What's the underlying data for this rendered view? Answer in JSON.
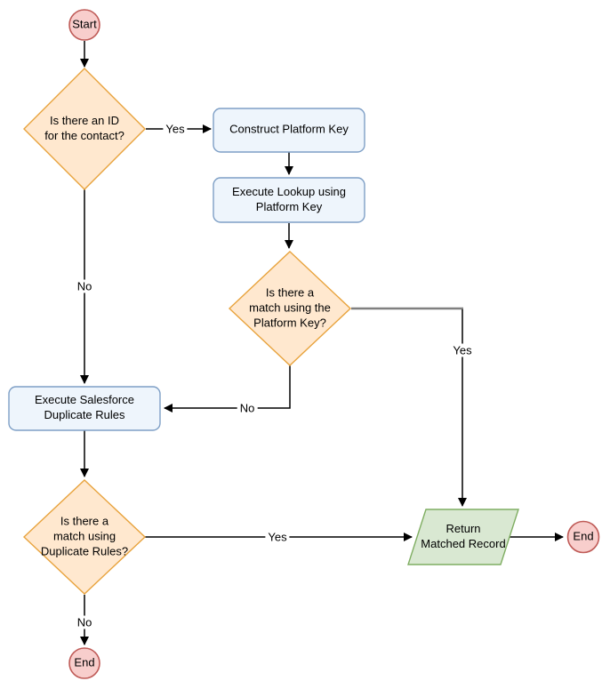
{
  "colors": {
    "terminal_fill": "#f8cecc",
    "terminal_stroke": "#bf5b57",
    "decision_fill": "#ffe8cf",
    "decision_stroke": "#e8a33d",
    "process_fill": "#eef5fc",
    "process_stroke": "#7e9fc6",
    "io_fill": "#d9e8d2",
    "io_stroke": "#7fae62",
    "edge_color": "#000000",
    "edge_alt_color": "#808080",
    "text_color": "#000000"
  },
  "nodes": {
    "start": {
      "label": "Start",
      "type": "terminal"
    },
    "decision_contact_id": {
      "label": "Is there an ID\nfor the contact?",
      "type": "decision"
    },
    "process_construct_key": {
      "label": "Construct Platform Key",
      "type": "process"
    },
    "process_execute_lookup": {
      "label": "Execute Lookup using\nPlatform Key",
      "type": "process"
    },
    "decision_platform_match": {
      "label": "Is there a\nmatch using the\nPlatform Key?",
      "type": "decision"
    },
    "process_duplicate_rules": {
      "label": "Execute Salesforce\nDuplicate Rules",
      "type": "process"
    },
    "decision_duplicate_match": {
      "label": "Is there a\nmatch using\nDuplicate Rules?",
      "type": "decision"
    },
    "io_return_record": {
      "label": "Return\nMatched Record",
      "type": "io"
    },
    "end_right": {
      "label": "End",
      "type": "terminal"
    },
    "end_bottom": {
      "label": "End",
      "type": "terminal"
    }
  },
  "edge_labels": {
    "contact_id_yes": "Yes",
    "contact_id_no": "No",
    "platform_match_yes": "Yes",
    "platform_match_no": "No",
    "duplicate_match_yes": "Yes",
    "duplicate_match_no": "No"
  }
}
